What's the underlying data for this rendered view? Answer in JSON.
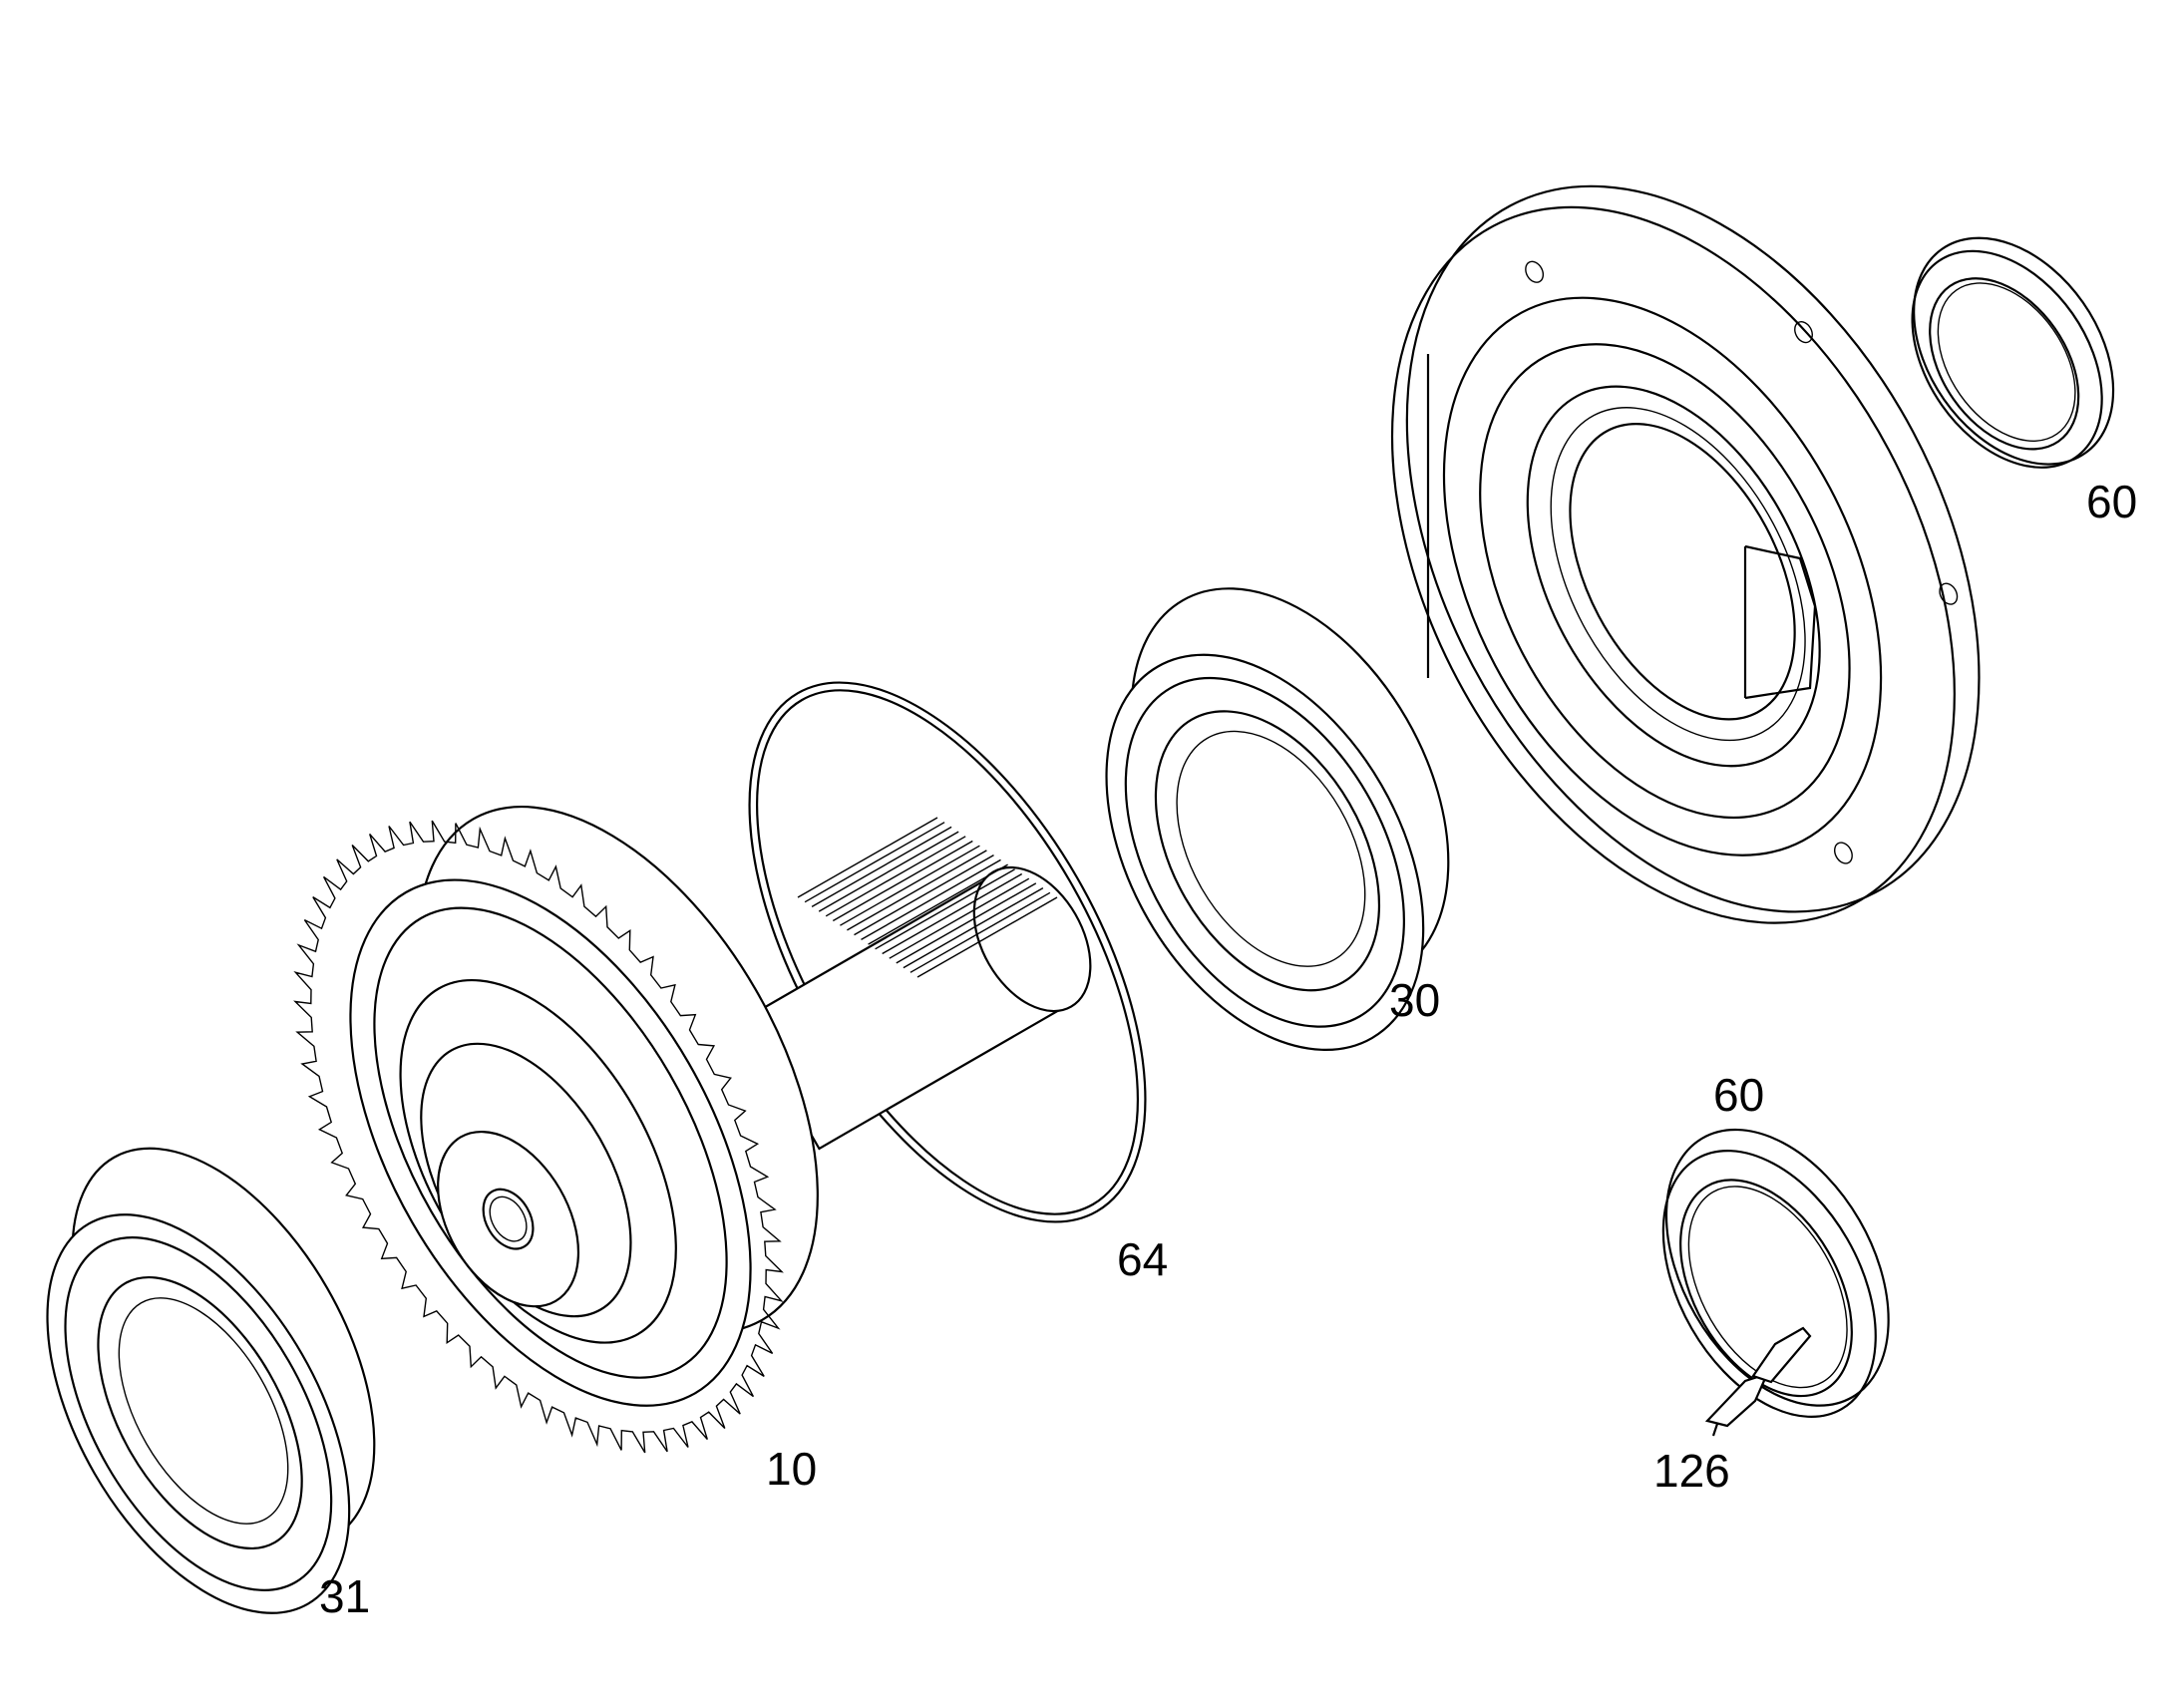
{
  "diagram": {
    "labels": [
      {
        "id": "p60a",
        "text": "60"
      },
      {
        "id": "p30",
        "text": "30"
      },
      {
        "id": "p60b",
        "text": "60"
      },
      {
        "id": "p64",
        "text": "64"
      },
      {
        "id": "p10",
        "text": "10"
      },
      {
        "id": "p126",
        "text": "126"
      },
      {
        "id": "p31",
        "text": "31"
      }
    ]
  }
}
